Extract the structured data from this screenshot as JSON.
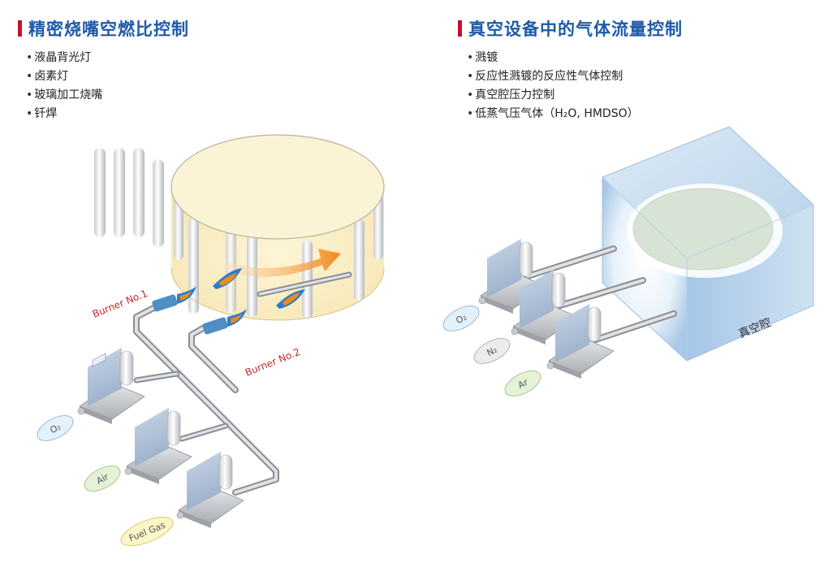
{
  "left": {
    "title": "精密烧嘴空燃比控制",
    "items": [
      "液晶背光灯",
      "卤素灯",
      "玻璃加工烧嘴",
      "钎焊"
    ],
    "labels": {
      "burner1": "Burner No.1",
      "burner2": "Burner No.2",
      "o2": "O₂",
      "air": "Air",
      "fuel": "Fuel Gas"
    }
  },
  "right": {
    "title": "真空设备中的气体流量控制",
    "items": [
      "溅镀",
      "反应性溅镀的反应性气体控制",
      "真空腔压力控制",
      "低蒸气压气体（H₂O, HMDSO）"
    ],
    "labels": {
      "chamber": "真空腔",
      "o2": "O₂",
      "n2": "N₂",
      "ar": "Ar"
    }
  },
  "colors": {
    "title_blue": "#1e5aa8",
    "accent_red": "#c8102e",
    "burner_label_red": "#c0282d",
    "arrow_orange": "#f08a1c",
    "flame_blue": "#2a7fc9",
    "pipe_gray": "#b8bcc0",
    "chamber_blue": "#cfe2f1",
    "o2_badge": "#e2f1fa",
    "air_badge": "#e6f2d8",
    "fuel_badge": "#fdf6c8",
    "n2_badge": "#ececec",
    "ar_badge": "#e6f2d8"
  }
}
